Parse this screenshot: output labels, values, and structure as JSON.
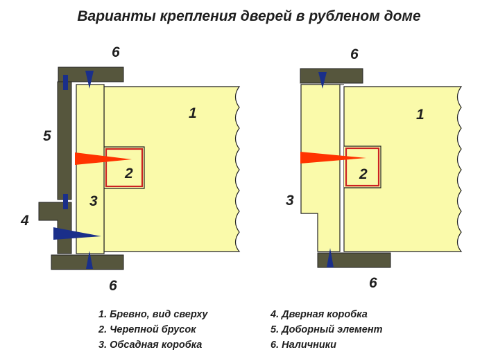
{
  "title": "Варианты крепления дверей в рубленом доме",
  "colors": {
    "log": "#fafaaa",
    "frame_dark": "#56563d",
    "wedge_red": "#ff3300",
    "wedge_blue": "#1a2f8a",
    "block_red": "#cc2222",
    "outline": "#222222"
  },
  "left_diagram": {
    "labels": {
      "log": "1",
      "bar": "2",
      "casing": "3",
      "door_frame": "4",
      "extra": "5",
      "top_trim": "6",
      "bottom_trim": "6"
    }
  },
  "right_diagram": {
    "labels": {
      "log": "1",
      "bar": "2",
      "casing": "3",
      "top_trim": "6",
      "bottom_trim": "6"
    }
  },
  "legend": {
    "col1": [
      "1. Бревно, вид сверху",
      "2. Черепной брусок",
      "3. Обсадная коробка"
    ],
    "col2": [
      "4. Дверная коробка",
      "5. Доборный элемент",
      "6. Наличники"
    ]
  }
}
